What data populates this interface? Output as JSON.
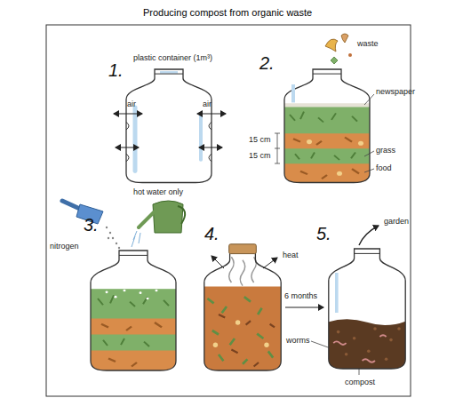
{
  "diagram": {
    "title": "Producing compost from organic waste",
    "labels": [
      "1.",
      "plastic container (1m³)",
      "air",
      "air",
      "2.",
      "waste",
      "newspaper",
      "15 cm",
      "grass",
      "15 cm",
      "food",
      "3.",
      "hot water only",
      "nitrogen",
      "4.",
      "heat",
      "6 months",
      "worms",
      "5.",
      "garden",
      "compost"
    ]
  }
}
